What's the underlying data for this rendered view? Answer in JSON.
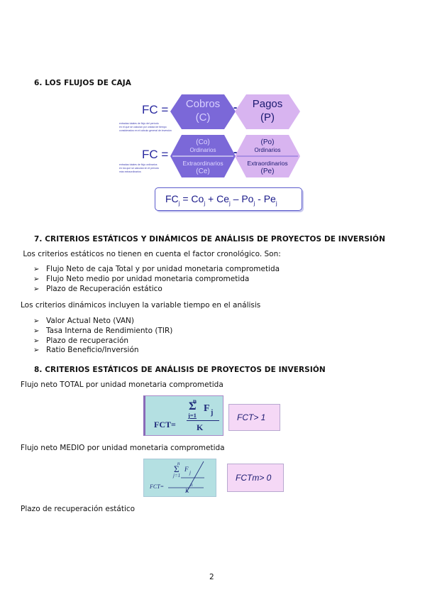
{
  "section6": {
    "heading": "6.  LOS FLUJOS DE CAJA"
  },
  "fc_diagram": {
    "row1_label": "FC =",
    "row2_label": "FC =",
    "minus": "-",
    "cobros_title": "Cobros",
    "cobros_sub": "(C)",
    "pagos_title": "Pagos",
    "pagos_sub": "(P)",
    "co_title": "(Co)",
    "co_sub": "Ordinarios",
    "ce_title": "Extraordinarios",
    "ce_sub": "(Ce)",
    "po_title": "(Po)",
    "po_sub": "Ordinarios",
    "pe_title": "Extraordinarios",
    "pe_sub": "(Pe)",
    "tiny1": [
      "entradas totales de flujo del período",
      "en el que se calculan por unidad de tiempo",
      "considerados en el cálculo general de inversión"
    ],
    "tiny2": [
      "entradas totales de flujo ordinarios",
      "en los que se calculan en el período",
      "más extraordinarios"
    ],
    "colors": {
      "cobros": "#7b68d8",
      "pagos": "#d8b4f0",
      "text_blue": "#2a2aa0"
    }
  },
  "fc_formula": {
    "fc": "FC",
    "sub_j": "j",
    "eq": " = ",
    "co": "Co",
    "plus": " + ",
    "ce": "Ce",
    "minus": " – ",
    "po": "Po",
    "dash": " - ",
    "pe": "Pe"
  },
  "section7": {
    "heading": "7.  CRITERIOS ESTÁTICOS Y DINÁMICOS DE ANÁLISIS DE PROYECTOS DE INVERSIÓN",
    "static_intro": " Los criterios estáticos no tienen en cuenta el factor cronológico. Son:",
    "static_items": [
      "Flujo Neto de caja Total y por unidad monetaria comprometida",
      "Flujo Neto medio por unidad monetaria comprometida",
      "Plazo de Recuperación estático"
    ],
    "dynamic_intro": "Los criterios dinámicos incluyen la variable tiempo en el análisis",
    "dynamic_items": [
      "Valor Actual Neto (VAN)",
      "Tasa Interna de Rendimiento (TIR)",
      "Plazo de recuperación",
      "Ratio Beneficio/Inversión"
    ],
    "bullet_icon": "➢"
  },
  "section8": {
    "heading": "8.  CRITERIOS ESTÁTICOS DE ANÁLISIS DE PROYECTOS DE INVERSIÓN",
    "total_label": "Flujo neto TOTAL por unidad monetaria comprometida",
    "fct_formula": {
      "lhs": "FCT=",
      "n": "n",
      "sum": "Σ",
      "j1": "j=1",
      "F": "F",
      "j": "j",
      "K": "K"
    },
    "fct_criterion": "FCT> 1",
    "medio_label": "Flujo neto MEDIO por unidad monetaria comprometida",
    "fctm_formula": {
      "lhs": "FCT=",
      "n": "n",
      "sum": "Σ",
      "j1": "j=1",
      "F": "F",
      "j": "j",
      "K": "K",
      "n2": "n"
    },
    "fctm_criterion": "FCTm> 0",
    "plazo_label": "Plazo de recuperación estático"
  },
  "page_number": "2"
}
